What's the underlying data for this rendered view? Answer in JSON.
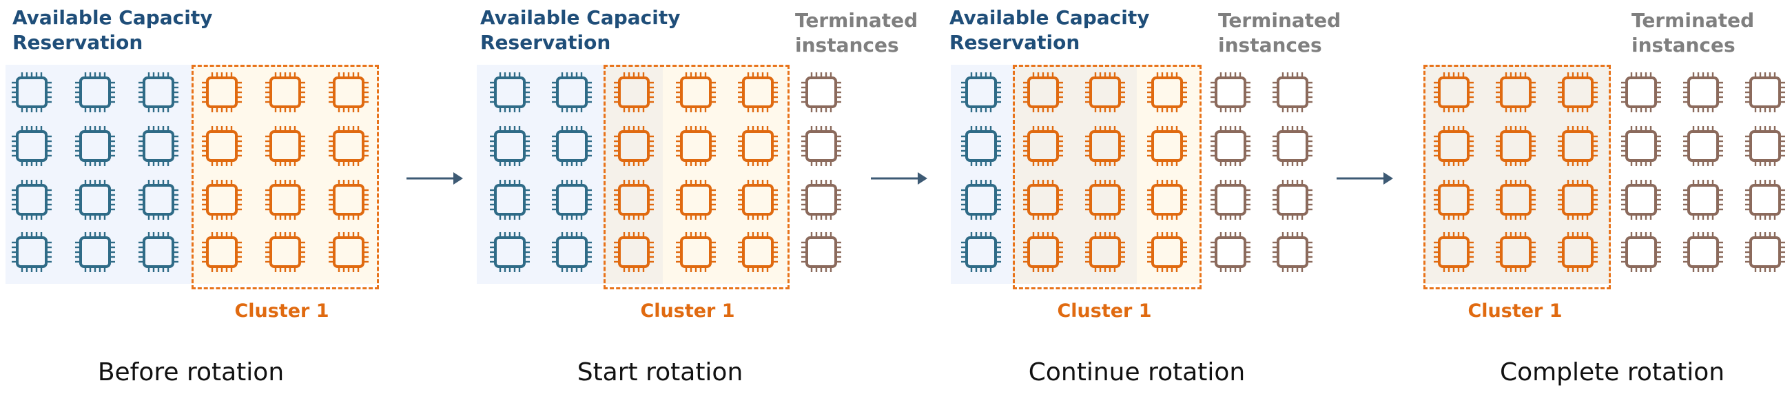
{
  "colors": {
    "capacity_chip": "#2f6b87",
    "cluster_chip": "#e06a10",
    "terminated_chip": "#8b6a5c",
    "capacity_bg": "#f1f5fd",
    "cluster_bg": "#fff9ec",
    "cluster_bg_alt": "#f5f1ea",
    "cluster_border": "#e8731a",
    "arrow": "#3d5a74"
  },
  "icons": {
    "instance": "cpu-chip-icon",
    "arrow": "arrow-right-icon"
  },
  "stages": [
    {
      "caption": "Before rotation",
      "capacity_label": [
        "Available Capacity",
        "Reservation"
      ],
      "terminated_label": [],
      "cluster_label": "Cluster 1"
    },
    {
      "caption": "Start rotation",
      "capacity_label": [
        "Available Capacity",
        "Reservation"
      ],
      "terminated_label": [
        "Terminated",
        "instances"
      ],
      "cluster_label": "Cluster 1"
    },
    {
      "caption": "Continue rotation",
      "capacity_label": [
        "Available Capacity",
        "Reservation"
      ],
      "terminated_label": [
        "Terminated",
        "instances"
      ],
      "cluster_label": "Cluster 1"
    },
    {
      "caption": "Complete rotation",
      "capacity_label": [],
      "terminated_label": [
        "Terminated",
        "instances"
      ],
      "cluster_label": "Cluster 1"
    }
  ]
}
